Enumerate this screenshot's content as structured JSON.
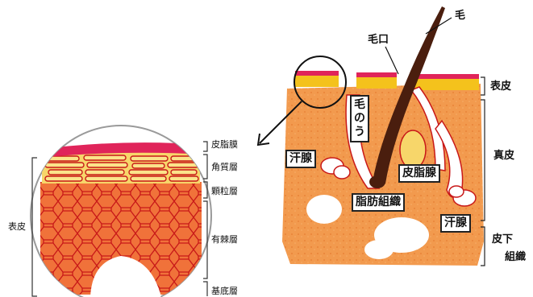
{
  "left_panel": {
    "layers": [
      "皮脂膜",
      "角質層",
      "顆粒層",
      "有棘層",
      "基底層"
    ],
    "side_label": "表皮"
  },
  "right_panel": {
    "hair": "毛",
    "pore": "毛口",
    "follicle": "毛のう",
    "sweat_gland_upper": "汗腺",
    "sebaceous_gland": "皮脂腺",
    "fat_tissue": "脂肪組織",
    "sweat_gland_lower": "汗腺",
    "layers": {
      "epidermis": "表皮",
      "dermis": "真皮",
      "subcutaneous_1": "皮下",
      "subcutaneous_2": "組織"
    }
  },
  "colors": {
    "sebum_film": "#e0245a",
    "corneum": "#f4c21c",
    "cell_fill": "#f0723a",
    "cell_line": "#c81818",
    "dermis": "#f29a4e",
    "hair": "#4a1e0e"
  }
}
